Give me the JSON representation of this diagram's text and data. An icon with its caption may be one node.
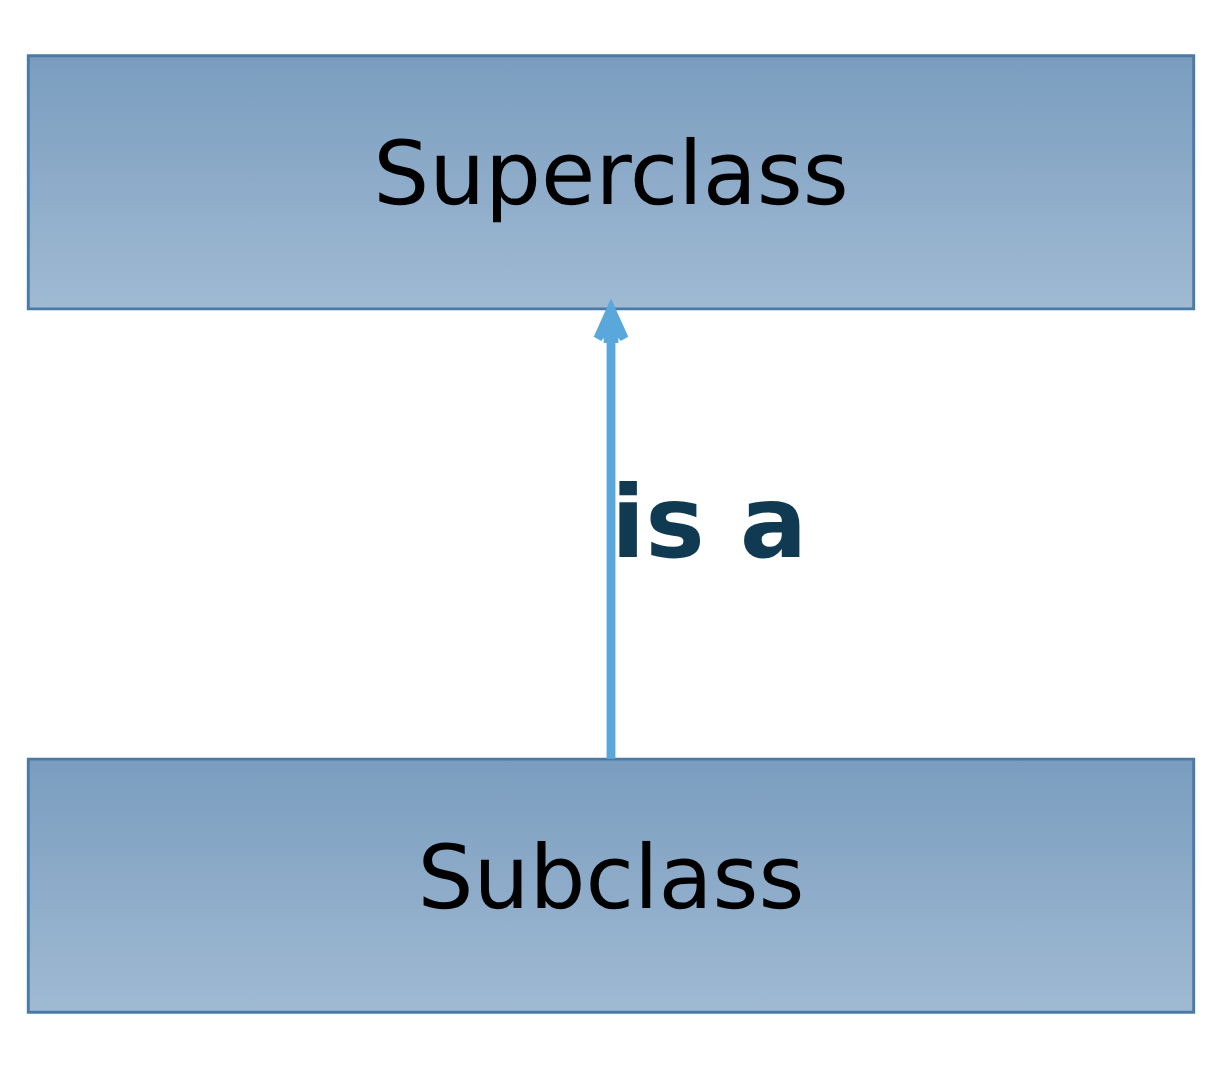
{
  "diagram": {
    "nodes": [
      {
        "text": [
          "Superclass"
        ]
      },
      {
        "text": [
          "Subclass"
        ]
      }
    ],
    "edges": [
      {
        "from": 1,
        "to": 0,
        "arrow": "to",
        "label": "is a"
      }
    ]
  }
}
